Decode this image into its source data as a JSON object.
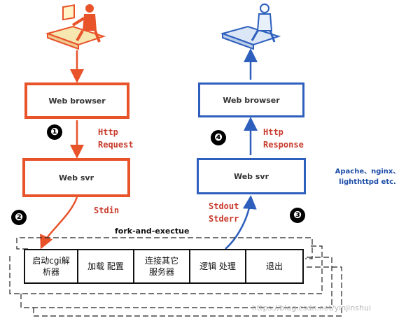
{
  "left": {
    "browser": "Web browser",
    "server": "Web svr",
    "request": [
      "Http",
      "Request"
    ],
    "stdin": "Stdin"
  },
  "right": {
    "browser": "Web browser",
    "server": "Web svr",
    "response": [
      "Http",
      "Response"
    ],
    "stdout": "Stdout",
    "stderr": "Stderr",
    "note": [
      "Apache、nginx、",
      "lighthttpd etc."
    ]
  },
  "steps": [
    "❶",
    "❷",
    "❸",
    "❹"
  ],
  "fork_label": "fork-and-exectue",
  "pipeline": [
    "启动cgi解\n析器",
    "加载 配置",
    "连接其它\n服务器",
    "逻辑 处理",
    "退出"
  ],
  "watermark": "https://blog.csdn.net/yinjinshui",
  "colors": {
    "request": "#e8532a",
    "response": "#2e5fbd"
  },
  "icons": [
    "user-at-desk-icon-orange",
    "user-at-desk-icon-blue"
  ]
}
